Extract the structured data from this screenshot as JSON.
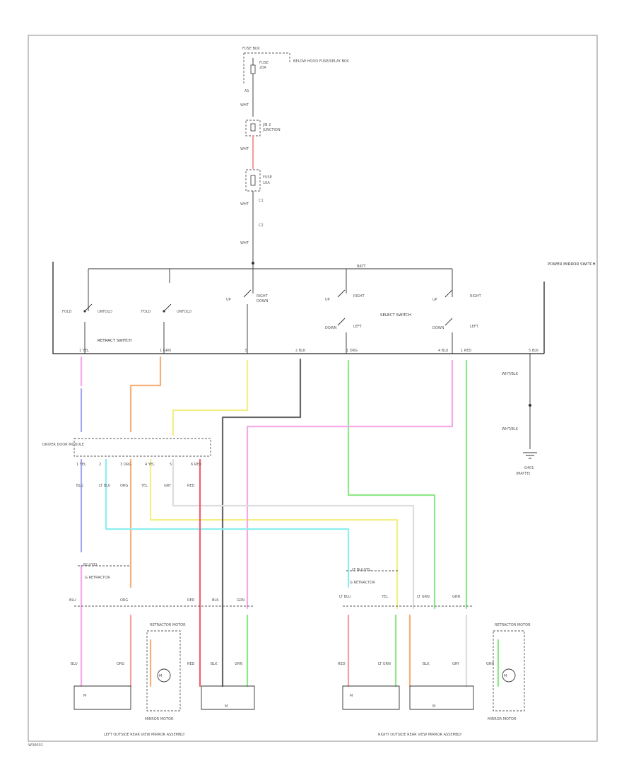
{
  "labels": {
    "fuse_box": "FUSE BOX",
    "fuse_note": "BELOW HOOD FUSE/RELAY BOX",
    "retract_switch": "RETRACT SWITCH",
    "select_switch": "SELECT SWITCH",
    "power_mirror_switch": "POWER MIRROR SWITCH",
    "retractor_left": "G RETRACTOR",
    "retractor_right": "G RETRACTOR",
    "retractor_motor_left": "RETRACTOR MOTOR",
    "retractor_motor_right": "RETRACTOR MOTOR",
    "mirror_motor_left": "MIRROR MOTOR",
    "mirror_motor_right": "MIRROR MOTOR",
    "left_mirror": "LEFT OUTSIDE REAR VIEW MIRROR ASSEMBLY",
    "right_mirror": "RIGHT OUTSIDE REAR VIEW MIRROR ASSEMBLY",
    "ground": "G401",
    "ground_note": "(MATTE)",
    "footer": "W30001",
    "driver_door_module": "DRIVER DOOR MODULE"
  },
  "colors": {
    "pink": "#f7a8e8",
    "red": "#f06070",
    "orange": "#f5b07a",
    "yellow": "#f3ee86",
    "cyan": "#8ceef0",
    "green": "#8ee888",
    "blue": "#a8a8f0",
    "gray": "#bbbbbb"
  }
}
